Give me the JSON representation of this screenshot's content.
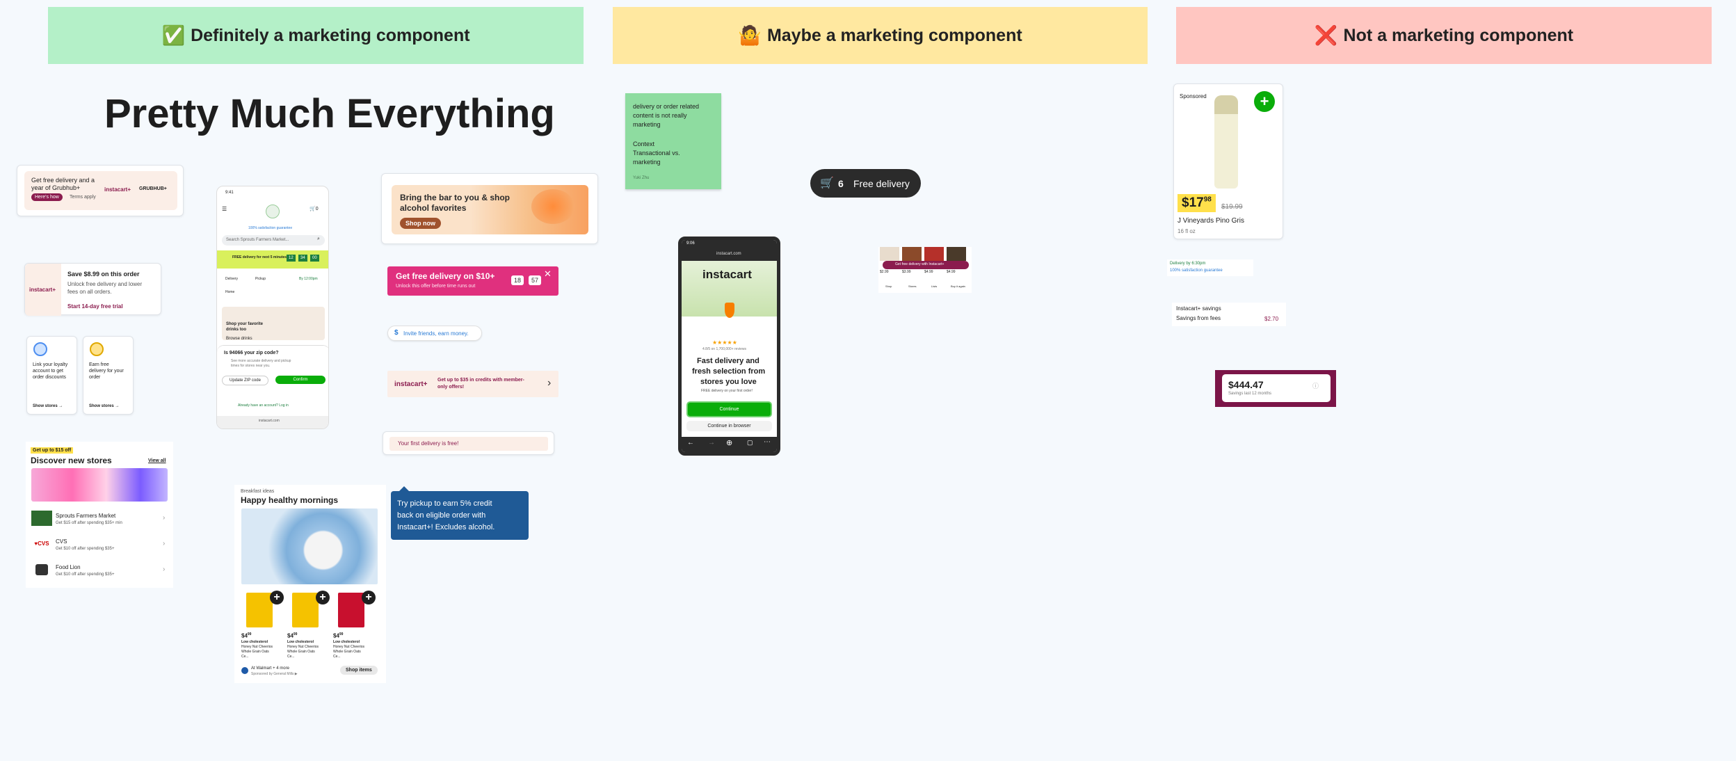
{
  "columns": {
    "definitely": {
      "icon": "✅",
      "label": "Definitely a marketing component",
      "color": "#b4f0c8"
    },
    "maybe": {
      "icon": "🤷",
      "label": "Maybe a marketing component",
      "color": "#ffe8a0"
    },
    "not": {
      "icon": "❌",
      "label": "Not a marketing component",
      "color": "#ffc6c1"
    }
  },
  "big_title": "Pretty Much Everything",
  "grubhub_card": {
    "line1": "Get free delivery and a",
    "line2": "year of Grubhub+",
    "cta": "Here's how",
    "terms": "Terms apply",
    "brand1": "instacart+",
    "brand2": "GRUBHUB+"
  },
  "save_card": {
    "logo": "instacart+",
    "title": "Save $8.99 on this order",
    "body1": "Unlock free delivery and lower",
    "body2": "fees on all orders.",
    "cta": "Start 14-day free trial"
  },
  "loyalty_cards": [
    {
      "l1": "Link your loyalty",
      "l2": "account to get",
      "l3": "order discounts",
      "link": "Show stores →"
    },
    {
      "l1": "Earn free",
      "l2": "delivery for your",
      "l3": "order",
      "link": "Show stores →"
    }
  ],
  "discover": {
    "badge": "Get up to $15 off",
    "title": "Discover new stores",
    "view_all": "View all",
    "stores": [
      {
        "name": "Sprouts Farmers Market",
        "offer": "Get $15 off after spending $35+ min"
      },
      {
        "name": "CVS",
        "offer": "Get $10 off after spending $35+"
      },
      {
        "name": "Food Lion",
        "offer": "Get $10 off after spending $35+"
      }
    ]
  },
  "phone1": {
    "time": "9:41",
    "search": "Search Sprouts Farmers Market...",
    "guarantee": "100% satisfaction guarantee",
    "free_delivery": "FREE delivery for next 5 minutes!",
    "timer": [
      "12",
      "34",
      "00"
    ],
    "tabs": [
      "Delivery",
      "Pickup",
      "By 12:00pm"
    ],
    "address": "Home",
    "promo1": "Shop your favorite",
    "promo2": "drinks too",
    "promo3": "Browse drinks",
    "zip_q": "Is 94066 your zip code?",
    "zip_sub1": "See more accurate delivery and pickup",
    "zip_sub2": "times for stores near you.",
    "update": "Update ZIP code",
    "confirm": "Confirm",
    "login": "Already have an account? Log in",
    "footer": "instacart.com"
  },
  "bar_banner": {
    "l1": "Bring the bar to you & shop",
    "l2": "alcohol favorites",
    "cta": "Shop now"
  },
  "pink_banner": {
    "title": "Get free delivery on $10+",
    "sub": "Unlock this offer before time runs out",
    "m": "18",
    "s": "57",
    "close": "✕"
  },
  "invite": {
    "text": "Invite friends, earn money."
  },
  "credits": {
    "logo": "instacart+",
    "l1": "Get up to $35 in credits with member-",
    "l2": "only offers!"
  },
  "first_delivery": {
    "text": "Your first delivery is free!"
  },
  "breakfast": {
    "eyebrow": "Breakfast ideas",
    "title": "Happy healthy mornings",
    "items": [
      {
        "price": "$4",
        "cents": "99",
        "tag": "Low cholesterol",
        "name1": "Honey Nut Cheerios",
        "name2": "Whole Grain Oats",
        "name3": "Ce..."
      },
      {
        "price": "$4",
        "cents": "99",
        "tag": "Low cholesterol",
        "name1": "Honey Nut Cheerios",
        "name2": "Whole Grain Oats",
        "name3": "Ce..."
      },
      {
        "price": "$4",
        "cents": "99",
        "tag": "Low cholesterol",
        "name1": "Honey Nut Cheerios",
        "name2": "Whole Grain Oats",
        "name3": "Ce..."
      }
    ],
    "store": "At Walmart + 4 more",
    "sponsor": "Sponsored by General Mills ▶",
    "cta": "Shop items"
  },
  "tooltip": {
    "l1": "Try pickup to earn 5% credit",
    "l2": "back on eligible order with",
    "l3": "Instacart+! Excludes alcohol."
  },
  "sticky": {
    "p1a": "delivery or order related",
    "p1b": "content is not really",
    "p1c": "marketing",
    "p2a": "Context",
    "p2b": "Transactional vs.",
    "p2c": "marketing",
    "author": "Yuki Zhu"
  },
  "pill": {
    "count": "6",
    "label": "Free delivery"
  },
  "phone2": {
    "time": "9:06",
    "url": "instacart.com",
    "brand": "instacart",
    "stars": "★★★★★",
    "rating": "4.8/5 on 1,700,000+ reviews",
    "h1": "Fast delivery and",
    "h2": "fresh selection from",
    "h3": "stores you love",
    "sub": "FREE delivery on your first order!",
    "continue": "Continue",
    "browser": "Continue in browser"
  },
  "mini_strip": {
    "banner": "Get free delivery with Instacart+",
    "nav": [
      "Shop",
      "Stores",
      "Lists",
      "Buy it again"
    ],
    "prices": [
      "$2.99",
      "$3.99",
      "$4.99",
      "$4.99"
    ]
  },
  "wine": {
    "sponsored": "Sponsored",
    "price": "$17",
    "cents": "98",
    "old": "$19.99",
    "name": "J Vineyards Pino Gris",
    "size": "16 fl oz"
  },
  "delivery_line": {
    "l1": "Delivery by 6:30pm",
    "l2": "100% satisfaction guarantee"
  },
  "savings": {
    "l1": "Instacart+ savings",
    "l2": "Savings from fees",
    "amount": "$2.70"
  },
  "total": {
    "amount": "$444.47",
    "sub": "Savings last 12 months"
  }
}
